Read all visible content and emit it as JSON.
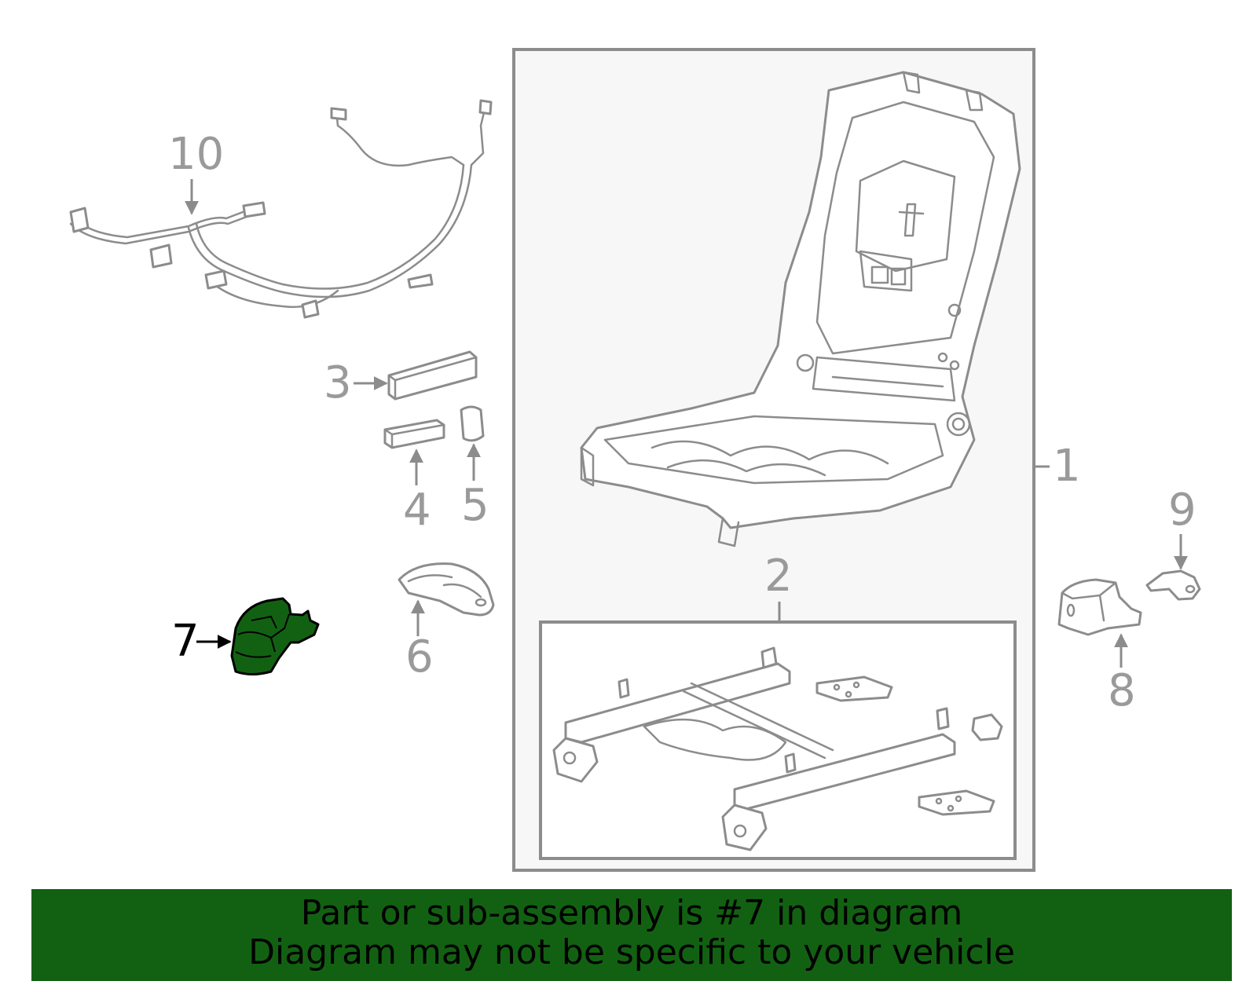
{
  "colors": {
    "highlight": "#126112",
    "line_gray": "#8c8c8c",
    "label_gray": "#9a9a9a",
    "assembly_box_fill": "#f7f7f7"
  },
  "callouts": {
    "c1": "1",
    "c2": "2",
    "c3": "3",
    "c4": "4",
    "c5": "5",
    "c6": "6",
    "c7": "7",
    "c8": "8",
    "c9": "9",
    "c10": "10"
  },
  "highlighted_part": "7",
  "banner": {
    "line1": "Part or sub-assembly is #7 in diagram",
    "line2": "Diagram may not be specific to your vehicle"
  }
}
